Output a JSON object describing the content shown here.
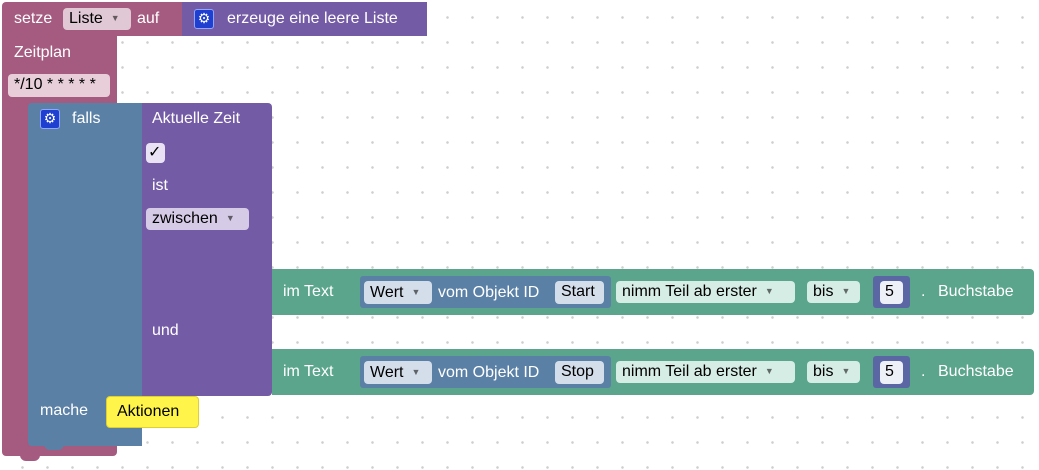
{
  "set_block": {
    "label_set": "setze",
    "var_name": "Liste",
    "label_to": "auf",
    "create_list": "erzeuge eine leere Liste"
  },
  "schedule_block": {
    "label": "Zeitplan",
    "cron": "*/10 * * * * *"
  },
  "if_block": {
    "label_if": "falls",
    "label_do": "mache"
  },
  "time_block": {
    "label": "Aktuelle Zeit",
    "checkbox": "✓",
    "label_is": "ist",
    "operator": "zwischen",
    "label_and": "und"
  },
  "text_blocks": [
    {
      "label_in_text": "im Text",
      "value_field": "Wert",
      "label_obj": "vom Objekt ID",
      "obj_id": "Start",
      "mode": "nimm Teil ab erster",
      "to_mode": "bis",
      "number": "5",
      "dot": ".",
      "label_letter": "Buchstabe"
    },
    {
      "label_in_text": "im Text",
      "value_field": "Wert",
      "label_obj": "vom Objekt ID",
      "obj_id": "Stop",
      "mode": "nimm Teil ab erster",
      "to_mode": "bis",
      "number": "5",
      "dot": ".",
      "label_letter": "Buchstabe"
    }
  ],
  "actions_block": {
    "label": "Aktionen"
  },
  "colors": {
    "variables": "#a55b80",
    "lists": "#745ba5",
    "logic": "#5b80a5",
    "text": "#5ba58c",
    "math": "#5b67a5",
    "comment": "#fff54a"
  }
}
